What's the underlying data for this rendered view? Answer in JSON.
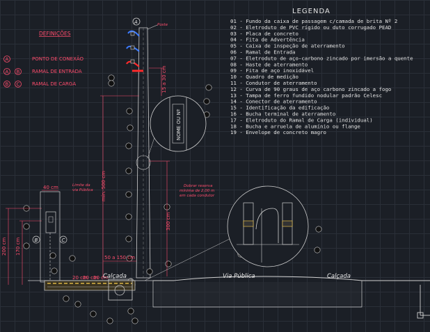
{
  "legend": {
    "title": "LEGENDA",
    "items": [
      "01 - Fundo da caixa de passagem c/camada de brita Nº 2",
      "02 - Eletroduto de PVC rígido ou duto corrugado PEAD",
      "03 - Placa de concreto",
      "04 - Fita de Advertência",
      "05 - Caixa de inspeção de aterramento",
      "06 - Ramal de Entrada",
      "07 - Eletroduto de aço-carbono zincado por imersão a quente",
      "08 - Haste de aterramento",
      "09 - Fita de aço inoxidável",
      "10 - Quadro de medição",
      "11 - Condutor de aterramento",
      "12 - Curva de 90 graus de aço carbono zincado a fogo",
      "13 - Tampa de ferro fundido nodular padrão Celesc",
      "14 - Conector de aterramento",
      "15 - Identificação da edificação",
      "16 - Bucha terminal de aterramento",
      "17 - Eletroduto do Ramal de Carga (individual)",
      "18 - Bucha e arruela de alumínio ou flange",
      "19 - Envelope de concreto magro"
    ]
  },
  "definitions": {
    "title": "DEFINIÇÕES",
    "rows": [
      {
        "symbols": [
          "A"
        ],
        "text": "PONTO DE CONEXÃO"
      },
      {
        "symbols": [
          "A",
          "B"
        ],
        "text": "RAMAL DE ENTRADA"
      },
      {
        "symbols": [
          "B",
          "C"
        ],
        "text": "RAMAL DE CARGA"
      }
    ]
  },
  "dimensions": {
    "min_pole": "mín. 500 cm",
    "d300": "300 cm",
    "d200": "200 cm",
    "d170": "170 cm",
    "d40": "40 cm",
    "d30": "15 a 30 cm",
    "d50_150": "50 a 150 cm",
    "d20a": "20 cm",
    "d20b": "20 cm",
    "d20c": "20 cm"
  },
  "labels": {
    "limite": [
      "Limite da",
      "via Pública"
    ],
    "poste": "Poste",
    "nome": "NOME OU Nº",
    "dobrar": [
      "Dobrar reserva",
      "mínima de 2,00 m",
      "em cada condutor"
    ],
    "ground_left": "Calçada",
    "ground_mid": "Via Pública",
    "ground_right": "Calçada",
    "A": "A",
    "B": "B",
    "C": "C"
  }
}
